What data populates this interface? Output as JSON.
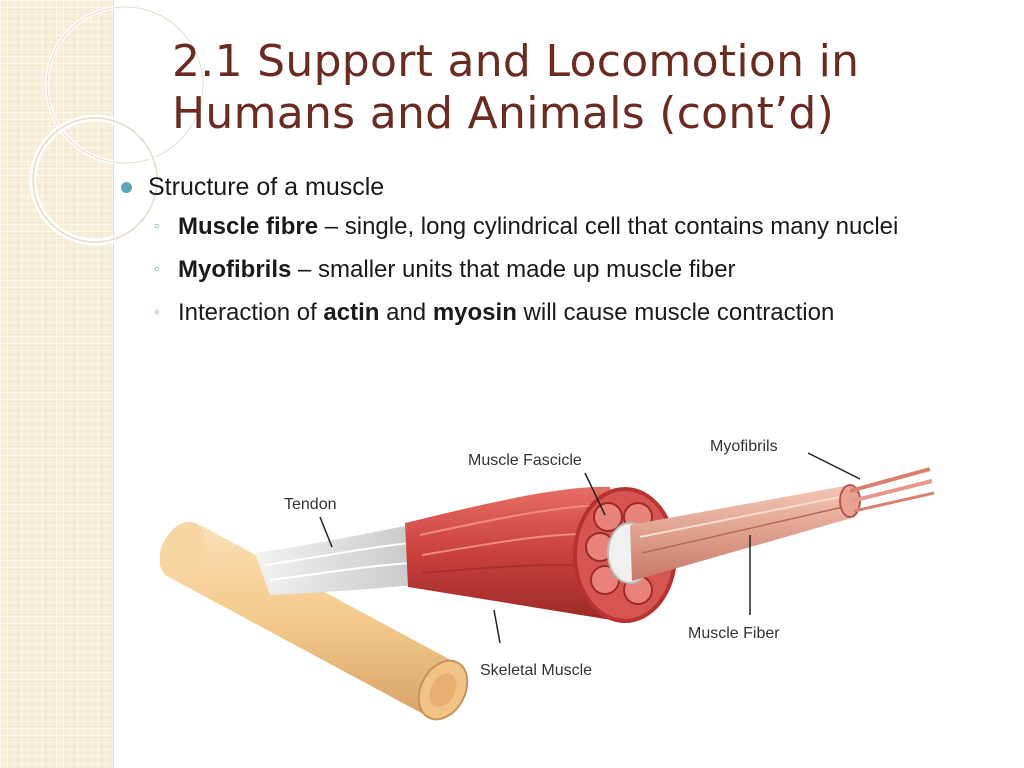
{
  "slide": {
    "title_line1": "2.1 Support and Locomotion in",
    "title_line2": "Humans and Animals (cont’d)"
  },
  "content": {
    "main_bullet": "Structure of a muscle",
    "sub_bullets": [
      {
        "term": "Muscle fibre",
        "text": " – single, long cylindrical cell that contains many nuclei"
      },
      {
        "term": "Myofibrils",
        "text": " – smaller units that made up muscle fiber"
      },
      {
        "pre": "Interaction of ",
        "term1": "actin",
        "mid": " and ",
        "term2": "myosin",
        "post": " will cause muscle contraction"
      }
    ]
  },
  "figure": {
    "labels": {
      "tendon": "Tendon",
      "fascicle": "Muscle Fascicle",
      "myofibrils": "Myofibrils",
      "fiber": "Muscle Fiber",
      "skeletal": "Skeletal Muscle"
    }
  },
  "colors": {
    "title": "#6b2b20",
    "bullet": "#5aa7b5",
    "sidebar": "#f4ecd4",
    "muscle": "#c8403c"
  }
}
